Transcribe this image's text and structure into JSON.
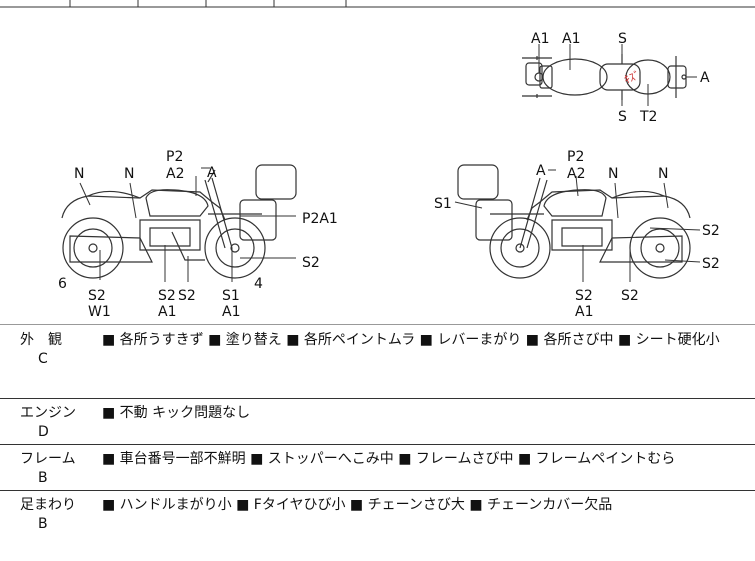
{
  "diagram": {
    "top_view_labels": [
      "A1",
      "A1",
      "S",
      "A",
      "S",
      "T2"
    ],
    "left_view_labels": [
      "N",
      "N",
      "P2",
      "A2",
      "A",
      "P2A1",
      "S2",
      "4",
      "6",
      "S2",
      "W1",
      "S2",
      "A1",
      "S2",
      "S1",
      "A1"
    ],
    "right_view_labels": [
      "A",
      "P2",
      "A2",
      "N",
      "N",
      "S1",
      "S2",
      "S2",
      "S2",
      "A1",
      "S2"
    ],
    "top_view_mark": "ｷｽﾞ"
  },
  "sections": [
    {
      "label": "外　観",
      "grade": "C",
      "text": "■ 各所うすきず ■ 塗り替え ■ 各所ペイントムラ ■ レバーまがり ■ 各所さび中 ■ シート硬化小"
    },
    {
      "label": "エンジン",
      "grade": "D",
      "text": "■ 不動 キック問題なし"
    },
    {
      "label": "フレーム",
      "grade": "B",
      "text": "■ 車台番号一部不鮮明 ■ ストッパーへこみ中 ■ フレームさび中 ■ フレームペイントむら"
    },
    {
      "label": "足まわり",
      "grade": "B",
      "text": "■ ハンドルまがり小 ■ Fタイヤひび小 ■ チェーンさび大 ■ チェーンカバー欠品"
    }
  ]
}
